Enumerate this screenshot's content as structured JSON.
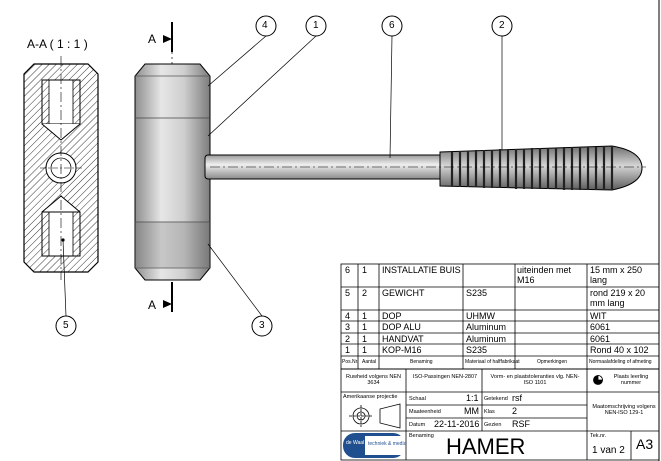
{
  "section": {
    "label": "A-A ( 1 : 1 )",
    "cut_label_top": "A",
    "cut_label_bottom": "A"
  },
  "callouts": [
    "4",
    "1",
    "6",
    "2",
    "5",
    "3"
  ],
  "bom": {
    "rows": [
      {
        "pos": "6",
        "qty": "1",
        "name": "INSTALLATIE BUIS",
        "material": "",
        "notes": "uiteinden met M16",
        "dims": "15 mm x 250 lang"
      },
      {
        "pos": "5",
        "qty": "2",
        "name": "GEWICHT",
        "material": "S235",
        "notes": "",
        "dims": "rond 219 x 20 mm lang"
      },
      {
        "pos": "4",
        "qty": "1",
        "name": "DOP",
        "material": "UHMW",
        "notes": "",
        "dims": "WIT"
      },
      {
        "pos": "3",
        "qty": "1",
        "name": "DOP ALU",
        "material": "Aluminum",
        "notes": "",
        "dims": "6061"
      },
      {
        "pos": "2",
        "qty": "1",
        "name": "HANDVAT",
        "material": "Aluminum",
        "notes": "",
        "dims": "6061"
      },
      {
        "pos": "1",
        "qty": "1",
        "name": "KOP-M16",
        "material": "S235",
        "notes": "",
        "dims": "Rond 40 x 102"
      }
    ],
    "headers": [
      "Pos.Nr.",
      "Aantal",
      "Benaming",
      "Materiaal of halffabrikaat",
      "Opmerkingen",
      "Normaalafdeling of afmeting"
    ]
  },
  "title_block": {
    "ruwheid": "Ruwheid volgens NEN 3634",
    "iso_passingen": "ISO-Passingen NEN-2807",
    "vorm_tol": "Vorm- en plaatstoleranties vlg. NEN-ISO 1101",
    "plaats_nummer": "Plaats leerling nummer",
    "projectie": "Amerikaanse projectie",
    "schaal_label": "Schaal",
    "schaal_value": "1:1",
    "getekend_label": "Getekend",
    "getekend_value": "rsf",
    "maateenheid_label": "Maateenheid",
    "maateenheid_value": "MM",
    "klas_label": "Klas",
    "klas_value": "2",
    "maatomschrijving": "Maatomschrijving volgens NEN-ISO 129-1",
    "datum_label": "Datum",
    "datum_value": "22-11-2016",
    "gezien_label": "Gezien",
    "gezien_value": "RSF",
    "logo_text": "de Waal",
    "logo_sub": "techniek & media",
    "benaming_label": "Benaming",
    "title": "HAMER",
    "teknr_label": "Tek.nr.",
    "sheet": "1 van 2",
    "format": "A3"
  },
  "colors": {
    "line": "#000000",
    "hatch": "#000000",
    "metal_light": "#e4e4e4",
    "metal_dark": "#8c8c8c",
    "logo_bg": "#1f4f8f"
  }
}
